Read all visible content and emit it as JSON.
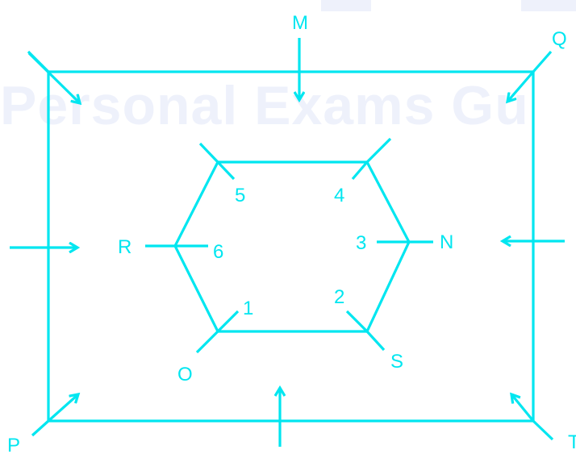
{
  "colors": {
    "line": "#00e6f0",
    "watermark": "#eef1fb",
    "background": "#ffffff"
  },
  "watermark": {
    "text": "Personal Exams Gu"
  },
  "labels": {
    "M": "M",
    "Q": "Q",
    "R": "R",
    "N": "N",
    "O": "O",
    "S": "S",
    "P": "P",
    "T": "T",
    "n1": "1",
    "n2": "2",
    "n3": "3",
    "n4": "4",
    "n5": "5",
    "n6": "6"
  }
}
